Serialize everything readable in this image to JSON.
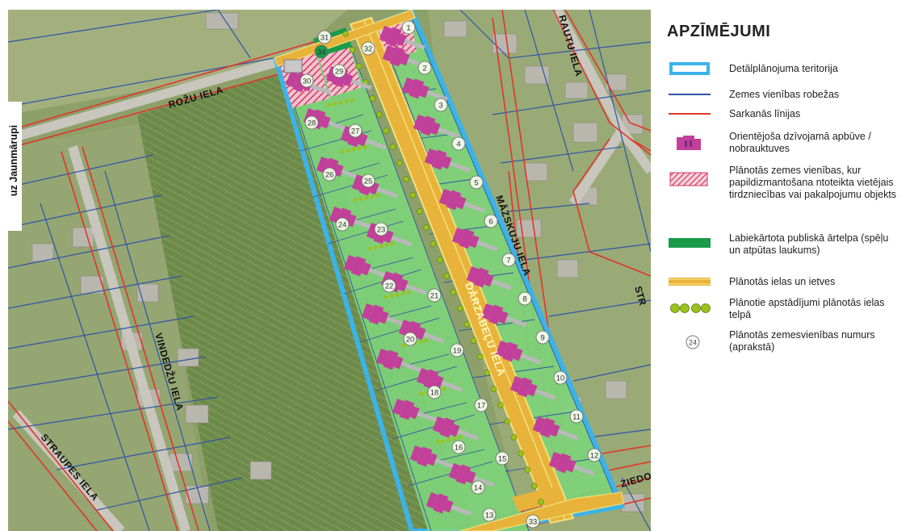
{
  "legend": {
    "title": "APZĪMĒJUMI",
    "items": [
      {
        "key": "territory",
        "label": "Detālplānojuma teritorija"
      },
      {
        "key": "boundaries",
        "label": "Zemes vienības robežas"
      },
      {
        "key": "red_lines",
        "label": "Sarkanās līnijas"
      },
      {
        "key": "buildings",
        "label": "Orientējoša dzīvojamā apbūve / nobrauktuves"
      },
      {
        "key": "commercial",
        "label": "Plānotās zemes vienības, kur papildizmantošana ntoteikta vietējais tirdzniecības vai pakalpojumu objekts"
      },
      {
        "key": "public_space",
        "label": "Labiekārtota publiskā ārtelpa (spēļu un atpūtas laukums)"
      },
      {
        "key": "streets",
        "label": "Plānotās ielas un ietves"
      },
      {
        "key": "greenery",
        "label": "Plānotie apstādījumi plānotās ielas telpā"
      },
      {
        "key": "plot_number",
        "label": "Plānotās zemesvienības numurs (aprakstā)",
        "sample": "24"
      }
    ]
  },
  "streets": {
    "rozu": "ROŽU IELA",
    "rautu": "RAUTU IELA",
    "mazskuju": "MĀZSKUJU IELA",
    "darzabelu": "DĀRZABEĻU IELA",
    "vindedzu": "VINDEDŽU IELA",
    "straupes": "STRAUPES IELA",
    "ziedonkalnu": "ZIEDONKALNU IELA",
    "str_partial": "STR"
  },
  "direction_label": "uz Jaunmārupi",
  "plots": {
    "right_column": [
      "1",
      "2",
      "3",
      "4",
      "5",
      "6",
      "7",
      "8",
      "9",
      "10",
      "11",
      "12"
    ],
    "left_column": [
      "28",
      "26",
      "24",
      "22",
      "20",
      "18",
      "16",
      "14"
    ],
    "middle_column": [
      "27",
      "25",
      "23",
      "21",
      "19",
      "17",
      "15"
    ],
    "top_row": [
      "30",
      "29",
      "34",
      "31",
      "32"
    ],
    "bottom": [
      "13",
      "33"
    ]
  },
  "colors": {
    "plot_fill": "#7ed27a",
    "building": "#c2409a",
    "commercial_hatch": "#d23a63",
    "public_space": "#1a9b48",
    "street": "#e8b33a",
    "street_border": "#f4e07a",
    "territory": "#3cb3e8",
    "boundary": "#2e55a8",
    "red_line": "#e0352b",
    "tree": "#9bc21c"
  }
}
